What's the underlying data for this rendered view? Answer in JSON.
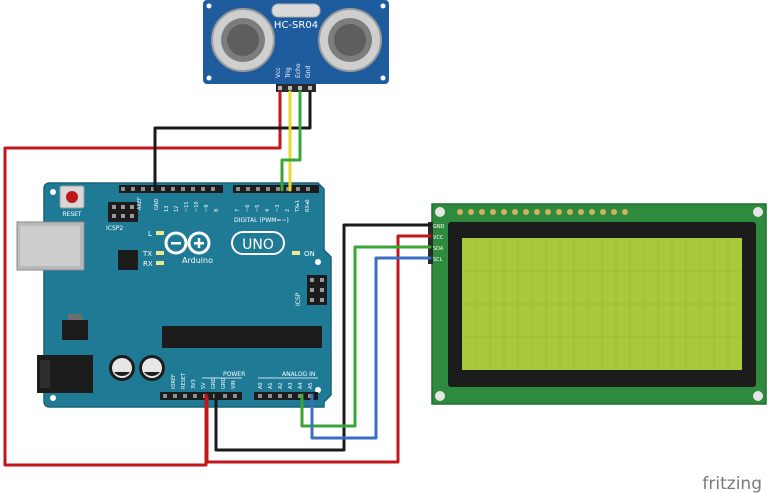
{
  "sensor": {
    "model": "HC-SR04",
    "pins": [
      "Vcc",
      "Trig",
      "Echo",
      "Gnd"
    ]
  },
  "arduino": {
    "brand": "Arduino",
    "model": "UNO",
    "reset_label": "RESET",
    "icsp2_label": "ICSP2",
    "icsp_label": "ICSP",
    "led_labels": [
      "L",
      "TX",
      "RX"
    ],
    "on_label": "ON",
    "digital_label": "DIGITAL (PWM=~)",
    "aref_label": "AREF",
    "gnd_label": "GND",
    "digital_pins": [
      "13",
      "12",
      "~11",
      "~10",
      "~9",
      "8",
      "7",
      "~6",
      "~5",
      "4",
      "~3",
      "2",
      "TX▸1",
      "RX◂0"
    ],
    "power_label": "POWER",
    "power_pins": [
      "IOREF",
      "RESET",
      "3V3",
      "5V",
      "GND",
      "GND",
      "VIN"
    ],
    "analog_label": "ANALOG IN",
    "analog_pins": [
      "A0",
      "A1",
      "A2",
      "A3",
      "A4",
      "A5"
    ]
  },
  "lcd": {
    "pins": [
      "GND",
      "VCC",
      "SDA",
      "SCL"
    ]
  },
  "watermark": "fritzing",
  "colors": {
    "board": "#1f7a96",
    "lcd_board": "#2e8b3d",
    "lcd_screen": "#a9c93a",
    "sensor_board": "#1f5c9e",
    "wire_red": "#c0171b",
    "wire_black": "#1a1a1a",
    "wire_green": "#3aa638",
    "wire_blue": "#3c6fc2",
    "wire_yellow": "#e8d92a"
  }
}
